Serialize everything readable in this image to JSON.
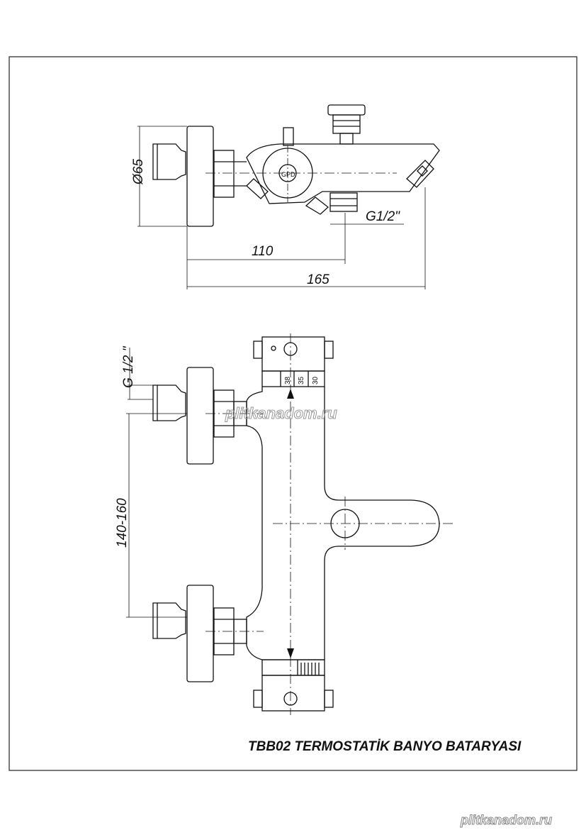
{
  "top_view": {
    "diameter_label": "Ø65",
    "thread_label": "G1/2\"",
    "dim_110": "110",
    "dim_165": "165",
    "logo_text": "GPD"
  },
  "front_view": {
    "thread_label": "G 1/2 \"",
    "spacing_label": "140-160",
    "scale_values": [
      "38",
      "35",
      "30"
    ]
  },
  "caption": "TBB02 TERMOSTATİK BANYO BATARYASI",
  "watermarks": {
    "center": "plitkanadom.ru",
    "corner": "plitkanadom.ru"
  }
}
